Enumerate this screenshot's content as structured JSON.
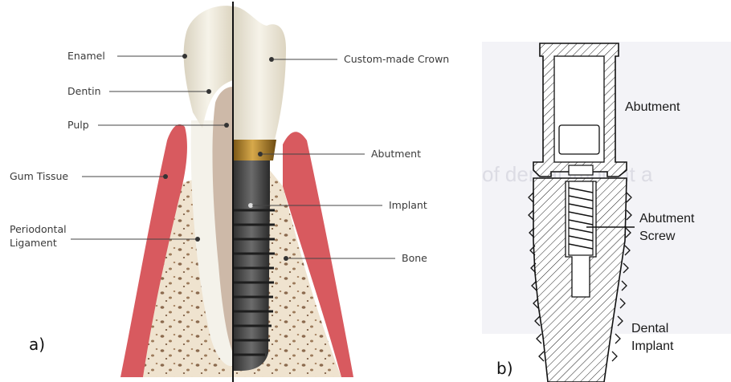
{
  "panel_a": {
    "panel_label": "a)",
    "left_labels": {
      "enamel": "Enamel",
      "dentin": "Dentin",
      "pulp": "Pulp",
      "gum_tissue": "Gum Tissue",
      "periodontal_line1": "Periodontal",
      "periodontal_line2": "Ligament"
    },
    "right_labels": {
      "crown": "Custom-made Crown",
      "abutment": "Abutment",
      "implant": "Implant",
      "bone": "Bone"
    }
  },
  "panel_b": {
    "panel_label": "b)",
    "labels": {
      "abutment": "Abutment",
      "screw_line1": "Abutment",
      "screw_line2": "Screw",
      "implant_line1": "Dental",
      "implant_line2": "Implant"
    },
    "background_text_line1": "of dental implant a",
    "background_text_line2": "",
    "background_text_line3": ""
  },
  "colors": {
    "gum": "#d85a5f",
    "bone": "#efe3cf",
    "enamel": "#f1ecdc",
    "dentin": "#f4f2ea",
    "pulp": "#cdb9a8",
    "implant": "#4b4b4b",
    "abutment_gold": "#b9892d"
  }
}
